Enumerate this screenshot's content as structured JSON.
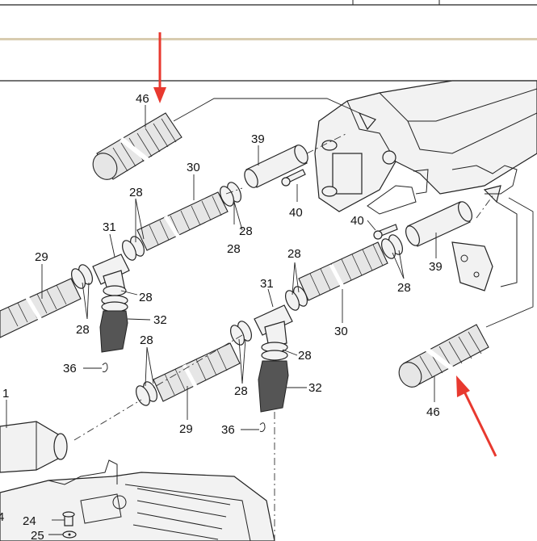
{
  "callouts": {
    "c46a": "46",
    "c39a": "39",
    "c30a": "30",
    "c28a": "28",
    "c28b": "28",
    "c28c": "28",
    "c31a": "31",
    "c29a": "29",
    "c28d": "28",
    "c28e": "28",
    "c32a": "32",
    "c36a": "36",
    "c40a": "40",
    "c40b": "40",
    "c39b": "39",
    "c28f": "28",
    "c28g": "28",
    "c31b": "31",
    "c30b": "30",
    "c28h": "28",
    "c28i": "28",
    "c28j": "28",
    "c32b": "32",
    "c29b": "29",
    "c36b": "36",
    "c46b": "46",
    "c1": "1",
    "c24": "24",
    "c25": "25",
    "c4": "4"
  },
  "colors": {
    "annotation_arrow": "#e8392f",
    "header_rule": "#d8ccb0"
  }
}
